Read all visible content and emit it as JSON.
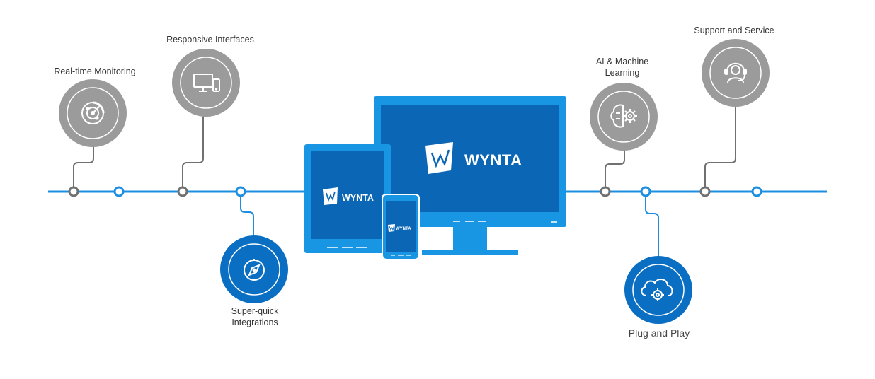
{
  "brand": {
    "name": "WYNTA"
  },
  "colors": {
    "line": "#1e8fe0",
    "gray_circle": "#999999",
    "blue_circle": "#0a6fc2",
    "device_frame": "#1996e3",
    "device_screen": "#0b67b6",
    "connector_gray": "#707070"
  },
  "features": [
    {
      "id": "realtime",
      "label": "Real-time Monitoring",
      "icon": "radar-icon",
      "style": "gray"
    },
    {
      "id": "responsive",
      "label": "Responsive Interfaces",
      "icon": "devices-icon",
      "style": "gray"
    },
    {
      "id": "integrations",
      "label": "Super-quick\nIntegrations",
      "icon": "compass-icon",
      "style": "blue"
    },
    {
      "id": "ai",
      "label": "AI & Machine\nLearning",
      "icon": "brain-gear-icon",
      "style": "gray"
    },
    {
      "id": "plugplay",
      "label": "Plug and Play",
      "icon": "cloud-gear-icon",
      "style": "blue"
    },
    {
      "id": "support",
      "label": "Support and Service",
      "icon": "headset-agent-icon",
      "style": "gray"
    }
  ]
}
